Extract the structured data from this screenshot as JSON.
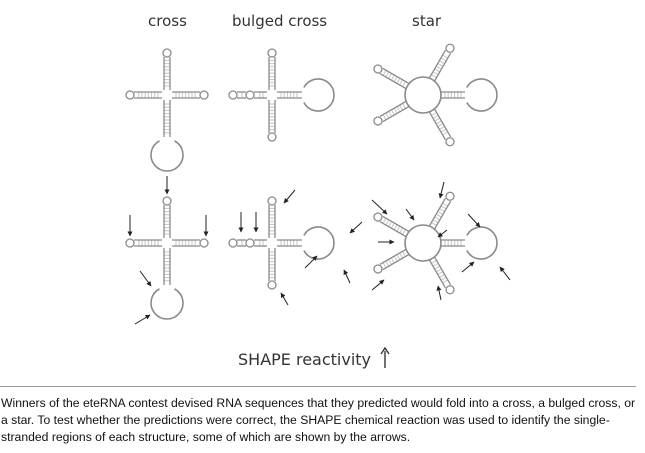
{
  "titles": {
    "cross": "cross",
    "bulged_cross": "bulged cross",
    "star": "star"
  },
  "legend": {
    "label": "SHAPE reactivity"
  },
  "caption": "Winners of the eteRNA contest devised RNA sequences that they predicted would fold into a cross, a bulged cross, or a star. To test whether the predictions were correct, the SHAPE chemical reaction was used to identify the single-stranded regions of each structure, some of which are shown by the arrows.",
  "colors": {
    "strand": "#8a8a8a",
    "rung": "#c9c9c9",
    "arrow": "#222222",
    "text": "#333333"
  },
  "icons": {
    "legend_arrow": "up-arrow-icon"
  }
}
